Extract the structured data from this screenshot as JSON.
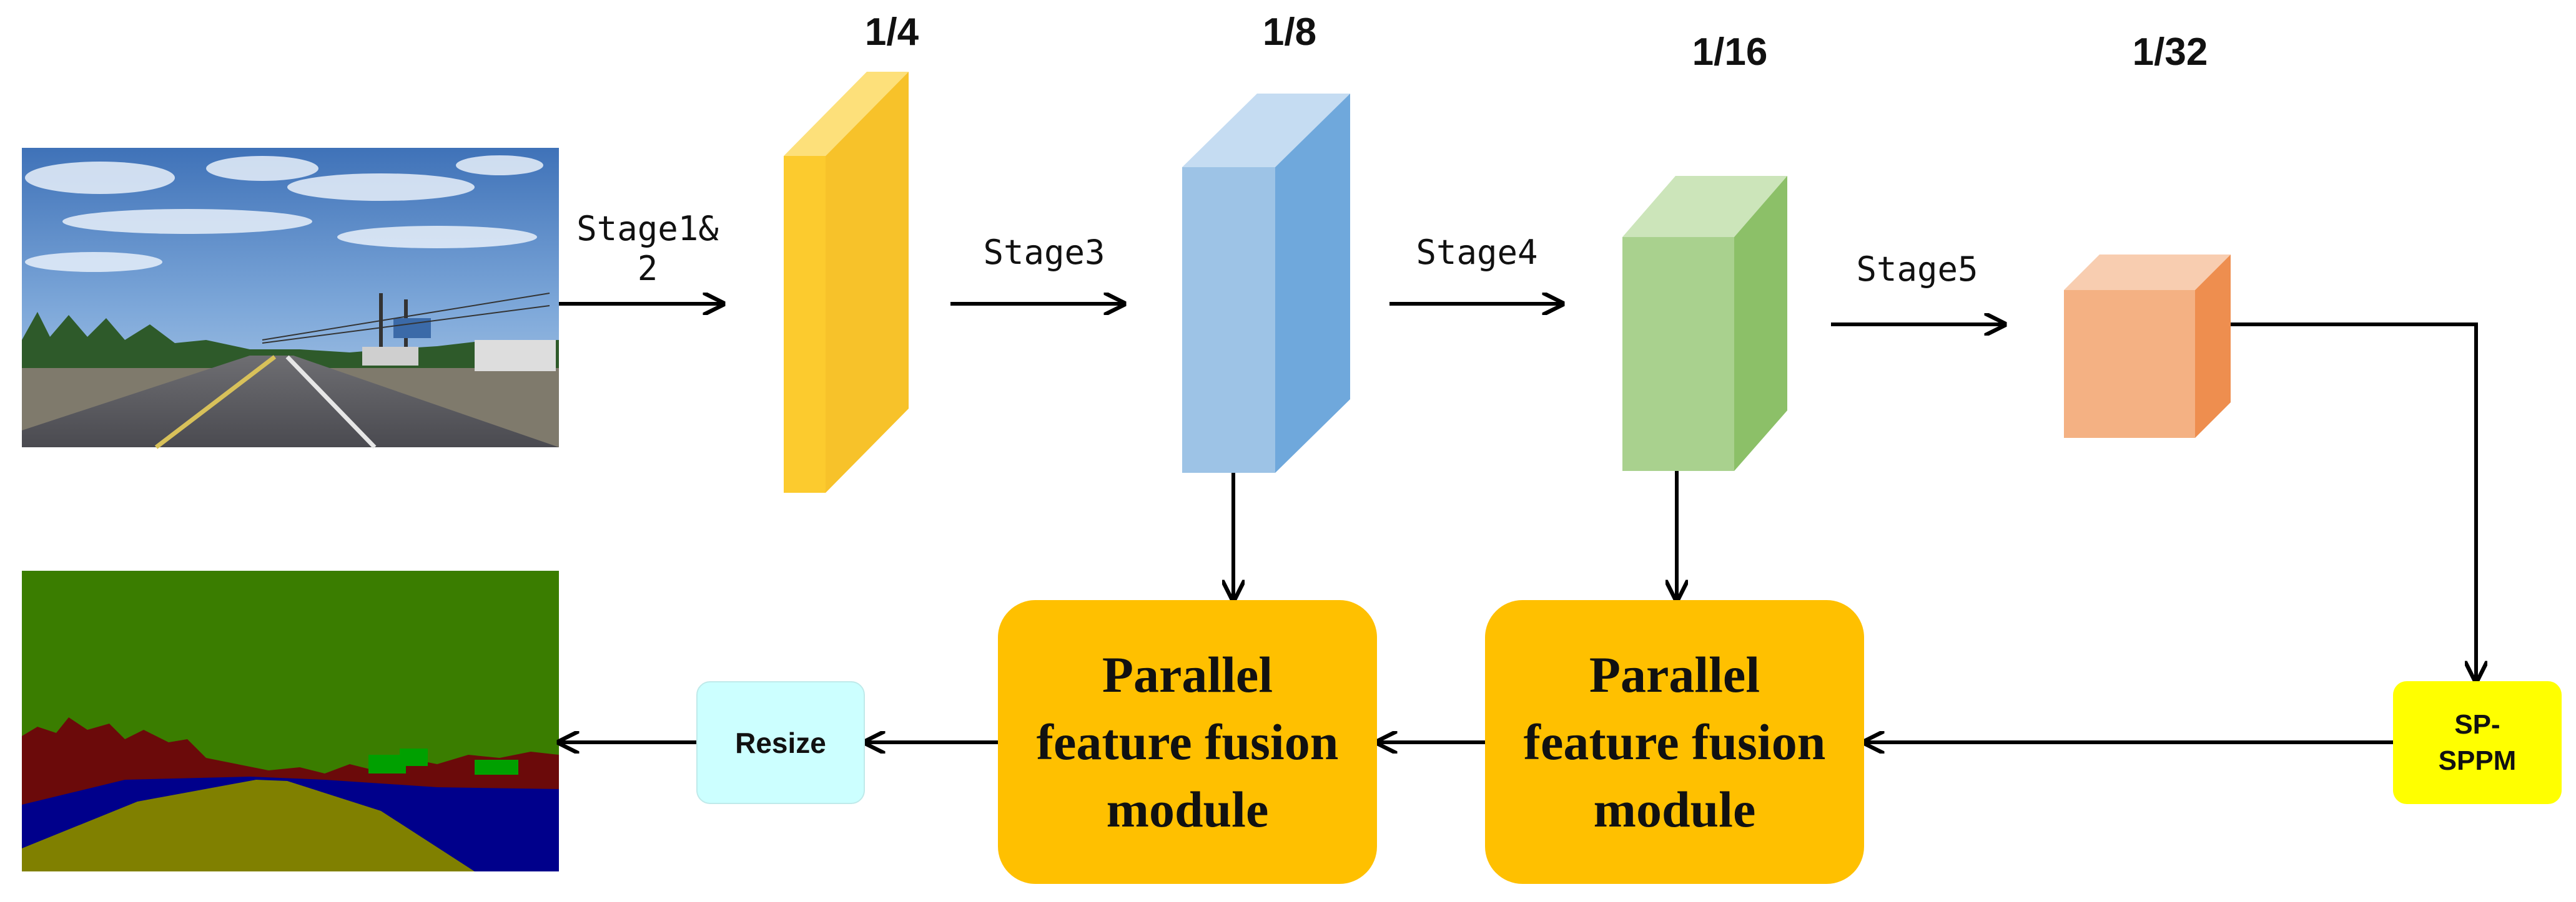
{
  "scales": [
    "1/4",
    "1/8",
    "1/16",
    "1/32"
  ],
  "stages": {
    "stage12_line1": "Stage1&",
    "stage12_line2": "2",
    "stage3": "Stage3",
    "stage4": "Stage4",
    "stage5": "Stage5"
  },
  "modules": {
    "pffm_lines": [
      "Parallel",
      "feature fusion",
      "module"
    ],
    "spsppm_lines": [
      "SP-",
      "SPPM"
    ],
    "resize": "Resize"
  },
  "colors": {
    "yellow_front": "#FCCB2E",
    "yellow_side": "#F7C22A",
    "yellow_top": "#FDE07A",
    "blue_front": "#9DC3E6",
    "blue_side": "#6FA8DC",
    "blue_top": "#C5DCF2",
    "green_front": "#A9D18E",
    "green_side": "#8CC068",
    "green_top": "#CCE5BA",
    "orange_front": "#F4B183",
    "orange_side": "#EE8E4F",
    "orange_top": "#F8CDB0",
    "pffm_fill": "#FFC000",
    "spsppm_fill": "#FFFF00",
    "resize_fill": "#CCFFFF",
    "seg_vegetation": "#3A7D00",
    "seg_building": "#6B0A0A",
    "seg_road": "#808000",
    "seg_water": "#00008B",
    "seg_car": "#00A000"
  }
}
